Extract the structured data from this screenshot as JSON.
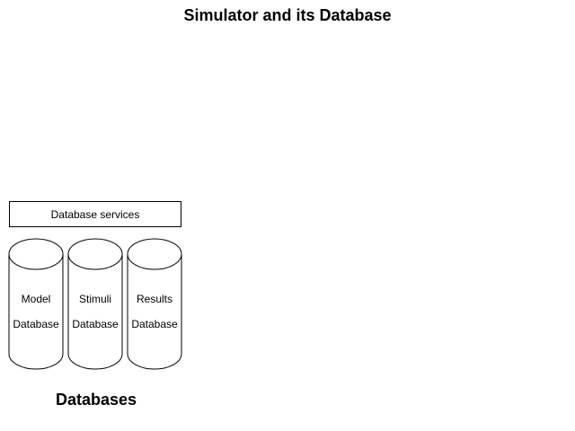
{
  "title": "Simulator and its Database",
  "services": {
    "label": "Database services"
  },
  "databases": [
    {
      "line1": "Model",
      "line2": "Database"
    },
    {
      "line1": "Stimuli",
      "line2": "Database"
    },
    {
      "line1": "Results",
      "line2": "Database"
    }
  ],
  "footer": {
    "label": "Databases"
  }
}
